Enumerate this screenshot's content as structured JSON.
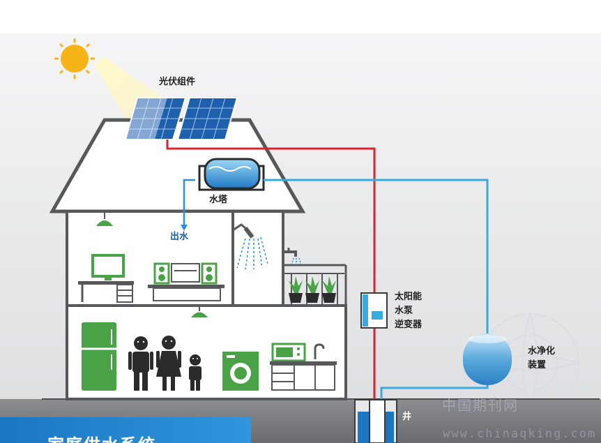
{
  "labels": {
    "pv_module": "光伏组件",
    "water_tower": "水塔",
    "water_out": "出水",
    "pump_inverter_1": "太阳能",
    "pump_inverter_2": "水泵",
    "pump_inverter_3": "逆变器",
    "purifier_1": "水净化",
    "purifier_2": "装置",
    "well": "井"
  },
  "title": "家庭供水系统",
  "watermark": {
    "cn": "中国期刊网",
    "url": "www.chinaqking.com"
  },
  "colors": {
    "house_wall": "#57585b",
    "pipe_red": "#d9232d",
    "pipe_blue": "#3aa9e0",
    "appliance_green": "#4aa246",
    "panel_blue": "#1e5fae",
    "title_band": "#2a8fd8"
  }
}
